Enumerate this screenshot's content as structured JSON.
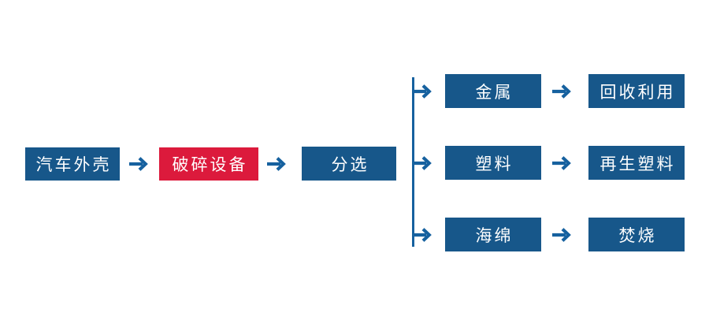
{
  "diagram": {
    "type": "flowchart",
    "colors": {
      "background": "#ffffff",
      "box_blue": "#17578A",
      "box_red": "#DC1A3C",
      "arrow_blue": "#16619F",
      "text": "#ffffff"
    },
    "main_flow": [
      {
        "label": "汽车外壳",
        "style": "blue"
      },
      {
        "label": "破碎设备",
        "style": "red"
      },
      {
        "label": "分选",
        "style": "blue"
      }
    ],
    "branches": [
      {
        "material": "金属",
        "outcome": "回收利用"
      },
      {
        "material": "塑料",
        "outcome": "再生塑料"
      },
      {
        "material": "海绵",
        "outcome": "焚烧"
      }
    ]
  }
}
